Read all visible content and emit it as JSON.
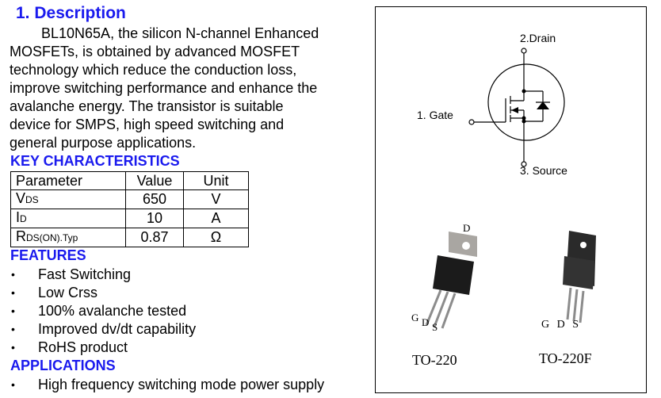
{
  "description": {
    "heading": "1.  Description",
    "lines": [
      "BL10N65A, the silicon N-channel Enhanced",
      "MOSFETs, is obtained by advanced MOSFET",
      "technology which reduce the conduction loss,",
      "improve switching performance and enhance the",
      "avalanche energy. The transistor is suitable",
      "device for SMPS, high speed switching and",
      "general purpose applications."
    ]
  },
  "key_characteristics": {
    "heading": "KEY CHARACTERISTICS",
    "headers": [
      "Parameter",
      "Value",
      "Unit"
    ],
    "rows": [
      {
        "sym": "V",
        "sub": "DS",
        "value": "650",
        "unit": "V"
      },
      {
        "sym": "I",
        "sub": "D",
        "value": "10",
        "unit": "A"
      },
      {
        "sym": "R",
        "sub": "DS(ON).Typ",
        "value": "0.87",
        "unit": "Ω"
      }
    ]
  },
  "features": {
    "heading": "FEATURES",
    "items": [
      "Fast Switching",
      "Low Crss",
      "100% avalanche tested",
      "Improved dv/dt capability",
      "RoHS product"
    ]
  },
  "applications": {
    "heading": "APPLICATIONS",
    "items": [
      "High frequency switching mode power supply"
    ]
  },
  "schematic": {
    "drain": "2.Drain",
    "gate": "1. Gate",
    "source": "3. Source"
  },
  "packages": [
    {
      "name": "TO-220",
      "tab_label": "D",
      "pins": [
        "G",
        "D",
        "S"
      ]
    },
    {
      "name": "TO-220F",
      "pins": [
        "G",
        "D",
        "S"
      ]
    }
  ]
}
